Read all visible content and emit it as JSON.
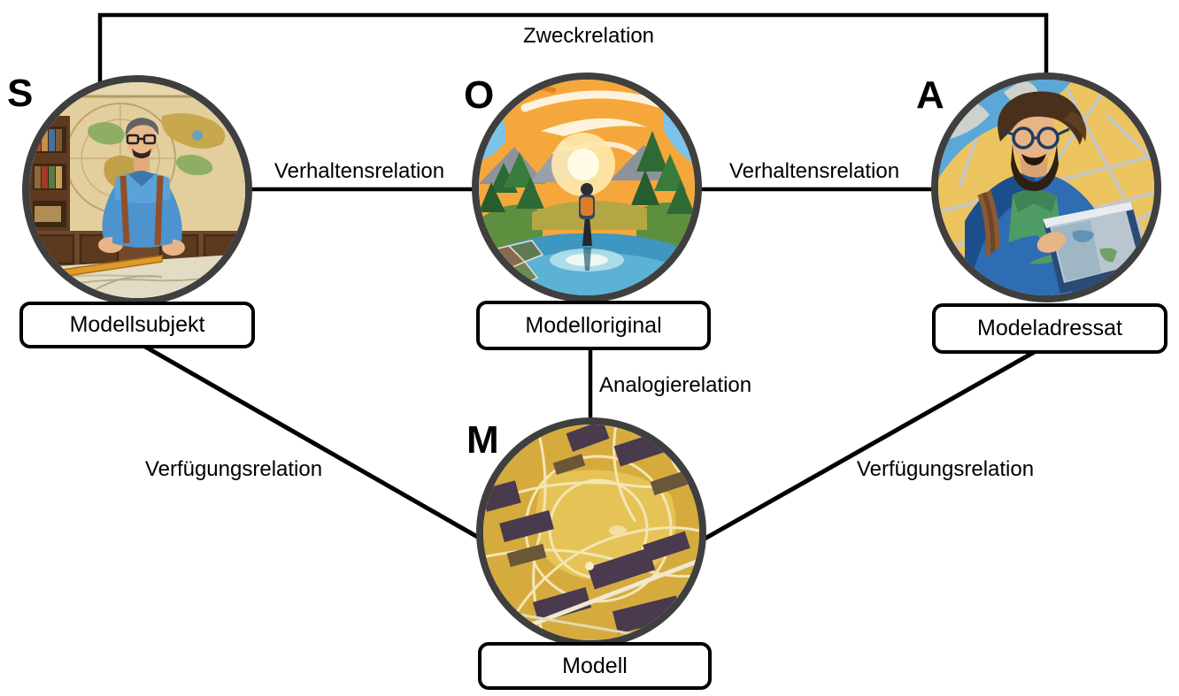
{
  "diagram": {
    "title_context": "model-relations-diagram",
    "nodes": [
      {
        "id": "S",
        "letter": "S",
        "label": "Modellsubjekt",
        "image": "man-at-desk-studying-wall-map-illustration"
      },
      {
        "id": "O",
        "letter": "O",
        "label": "Modelloriginal",
        "image": "hiker-in-mountain-lake-landscape-illustration"
      },
      {
        "id": "A",
        "letter": "A",
        "label": "Modeladressat",
        "image": "bearded-man-reading-city-map-illustration"
      },
      {
        "id": "M",
        "letter": "M",
        "label": "Modell",
        "image": "golden-aerial-city-map-illustration"
      }
    ],
    "relations": [
      {
        "from": "S",
        "to": "A",
        "label": "Zweckrelation"
      },
      {
        "from": "S",
        "to": "O",
        "label": "Verhaltensrelation"
      },
      {
        "from": "O",
        "to": "A",
        "label": "Verhaltensrelation"
      },
      {
        "from": "O",
        "to": "M",
        "label": "Analogierelation"
      },
      {
        "from": "S",
        "to": "M",
        "label": "Verfügungsrelation"
      },
      {
        "from": "A",
        "to": "M",
        "label": "Verfügungsrelation"
      }
    ],
    "colors": {
      "background": "#ffffff",
      "line": "#000000",
      "circle_border": "#3f3f3f",
      "box_border": "#000000",
      "text": "#000000"
    }
  }
}
